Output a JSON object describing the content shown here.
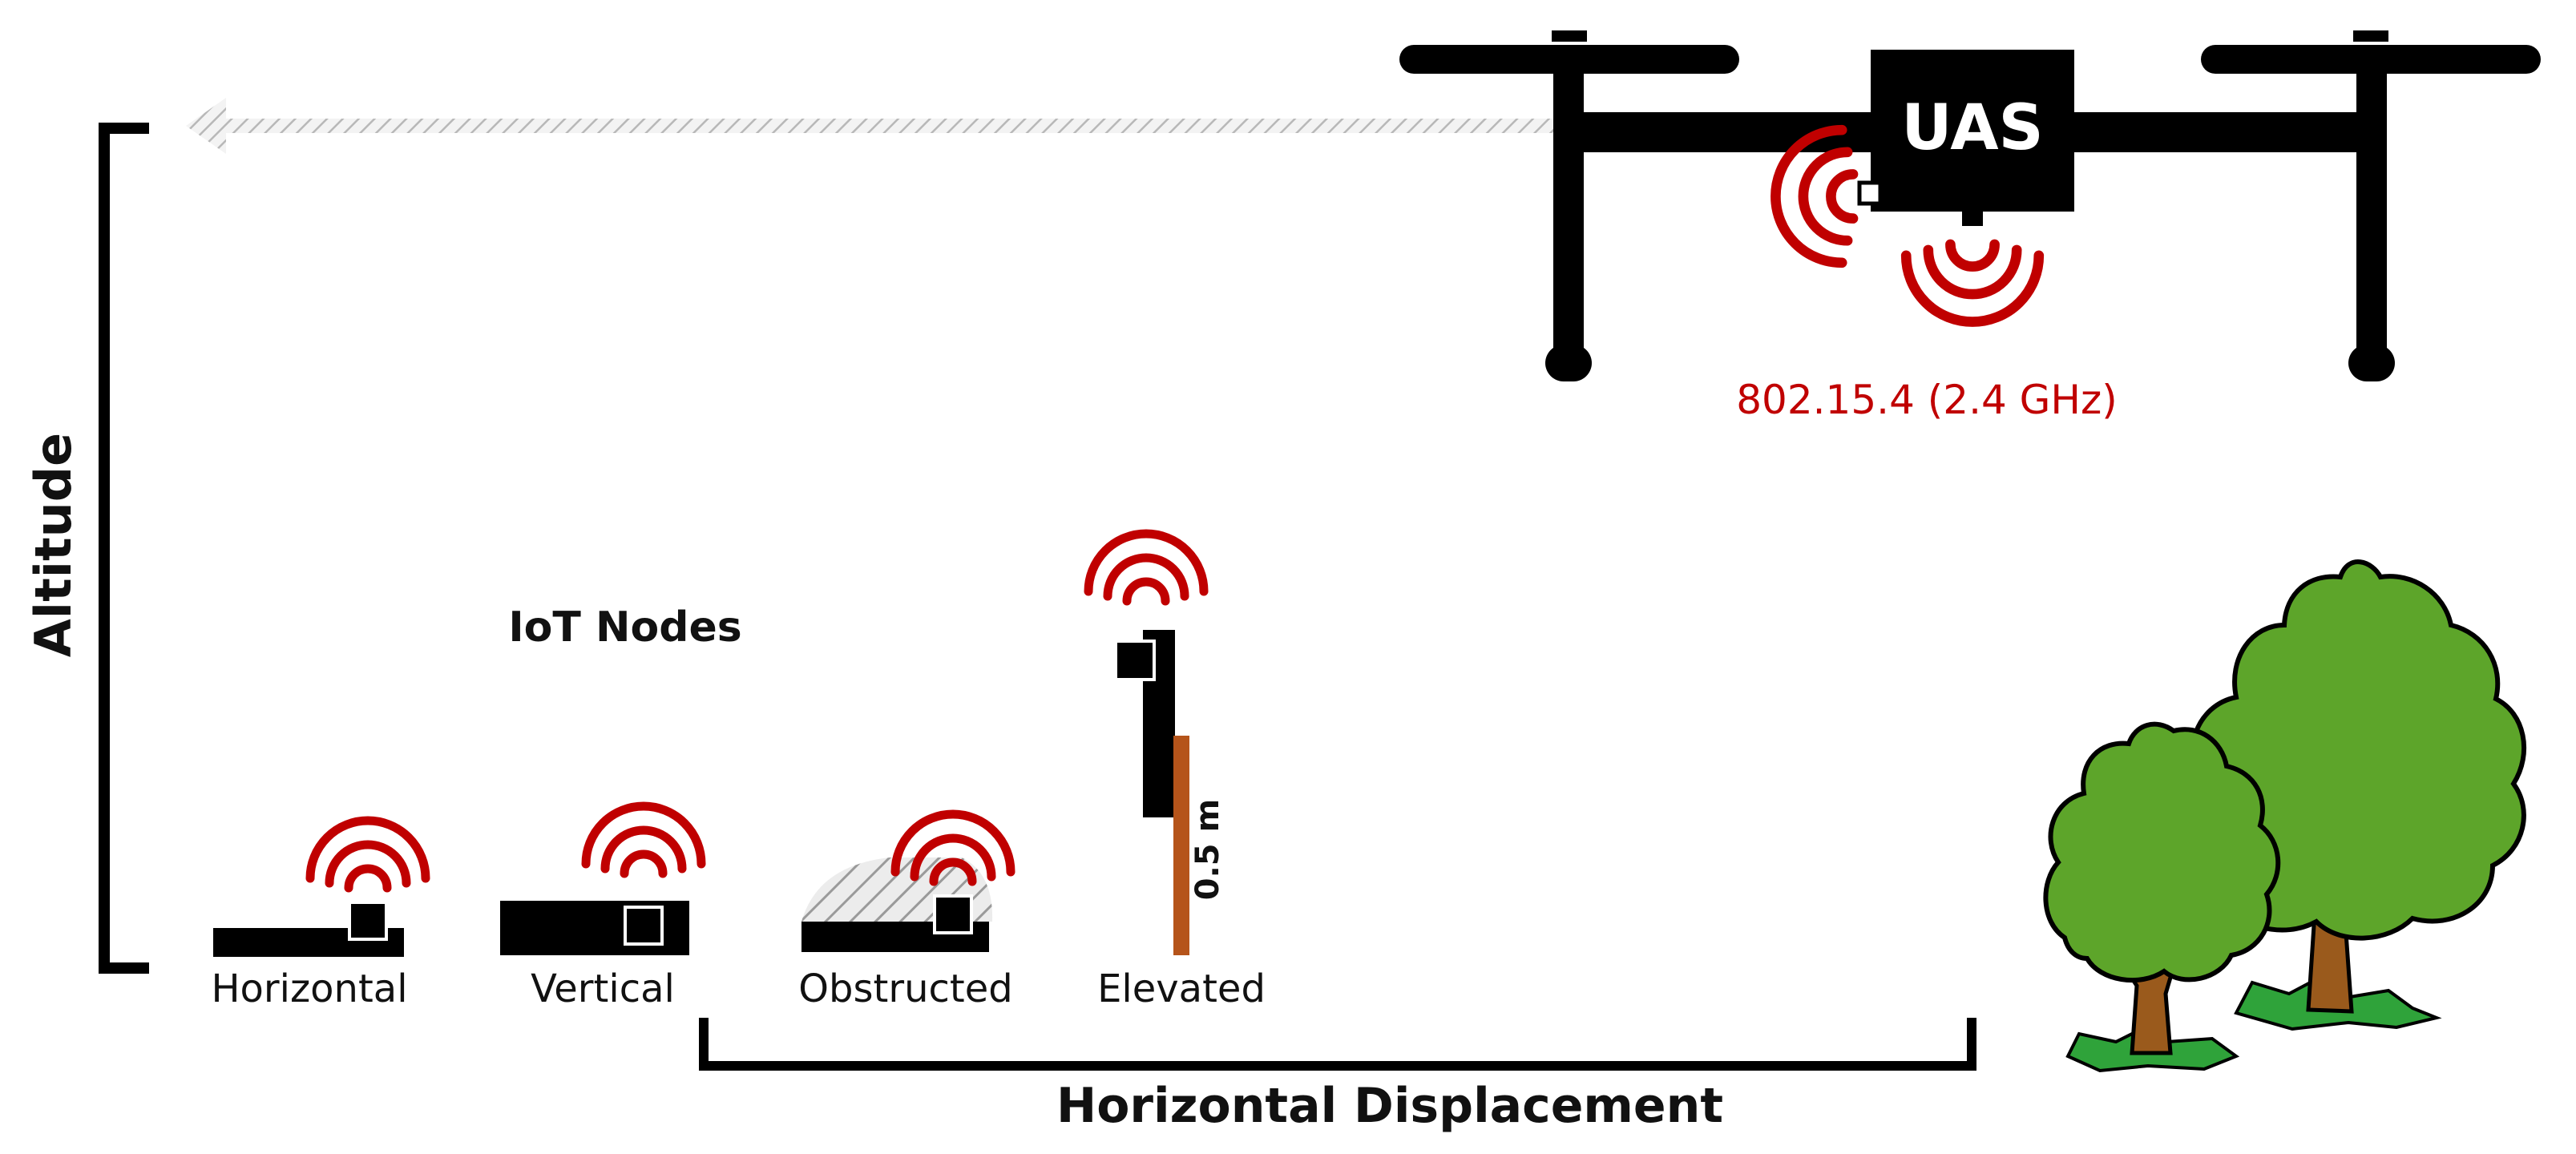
{
  "colors": {
    "ink": "#000000",
    "signal": "#c00000",
    "pole": "#b5541a",
    "foliage": "#5da52a",
    "trunk": "#9a5a1c",
    "grass": "#2fa33a",
    "hatch": "#bdbdbd"
  },
  "uas": {
    "label": "UAS",
    "protocol": "802.15.4 (2.4 GHz)"
  },
  "axes": {
    "altitude": "Altitude",
    "horizontal": "Horizontal Displacement"
  },
  "nodes": {
    "title": "IoT Nodes",
    "items": [
      {
        "label": "Horizontal"
      },
      {
        "label": "Vertical"
      },
      {
        "label": "Obstructed"
      },
      {
        "label": "Elevated"
      }
    ],
    "elevation": "0.5 m"
  },
  "icons": {
    "drone": "quadcopter-icon",
    "wifi": "wireless-signal-icon",
    "tree": "tree-icon"
  }
}
